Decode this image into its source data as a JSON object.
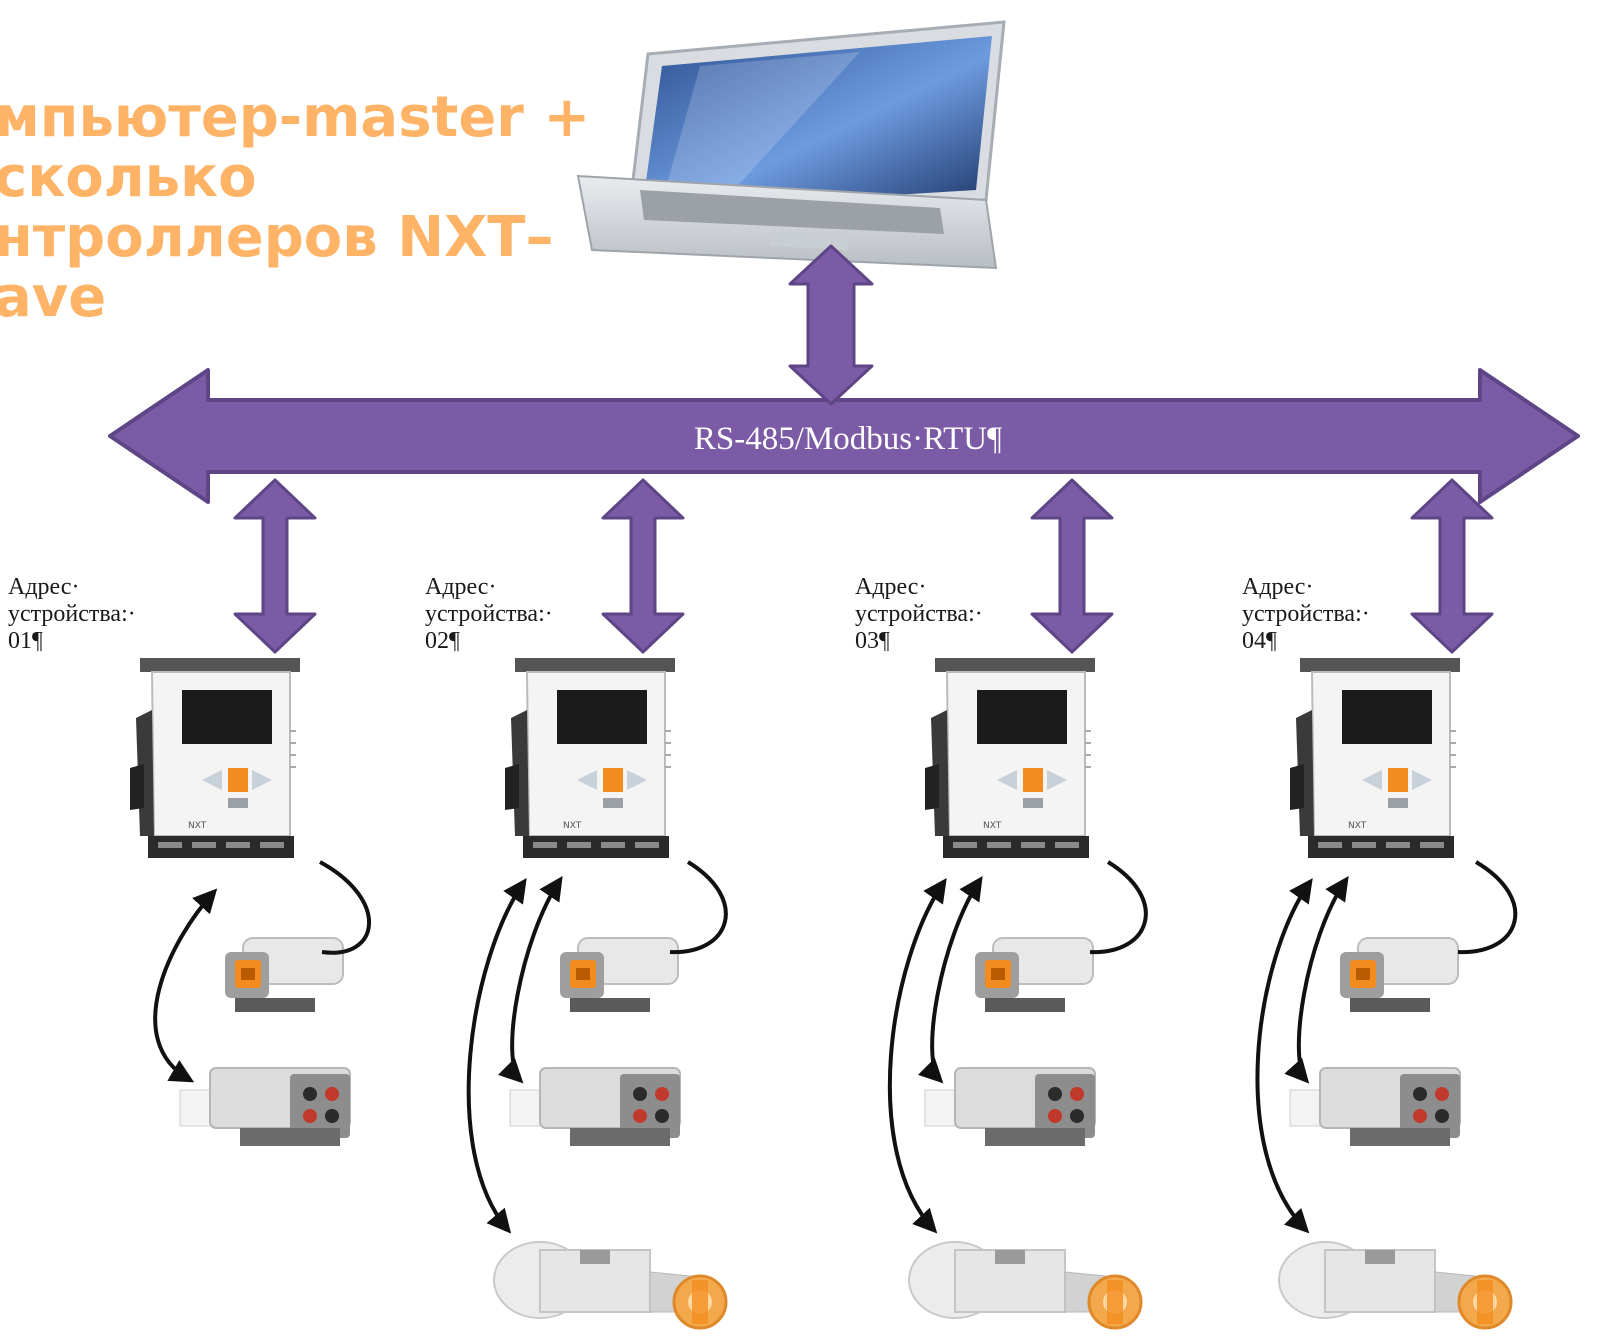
{
  "title": {
    "lines": [
      "мпьютер-master +",
      "сколько",
      "нтроллеров NXT–",
      "ave"
    ]
  },
  "bus": {
    "label": "RS-485/Modbus·RTU¶"
  },
  "colors": {
    "bus": "#7b5ba6",
    "bus_stroke": "#5e4585",
    "title": "#ffb366"
  },
  "devices": [
    {
      "line1": "Адрес·",
      "line2": "устройства:·",
      "line3": "01¶"
    },
    {
      "line1": "Адрес·",
      "line2": "устройства:·",
      "line3": "02¶"
    },
    {
      "line1": "Адрес·",
      "line2": "устройства:·",
      "line3": "03¶"
    },
    {
      "line1": "Адрес·",
      "line2": "устройства:·",
      "line3": "04¶"
    }
  ],
  "icons": {
    "master": "laptop-icon",
    "controller": "nxt-brick-icon",
    "sensor": "sensor-icon",
    "motor": "servo-motor-icon"
  }
}
